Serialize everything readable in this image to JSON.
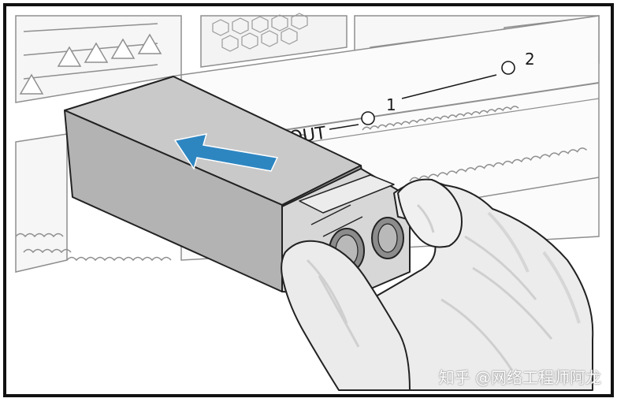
{
  "diagram": {
    "port_label": "OUT",
    "port_numbers": [
      "1",
      "2"
    ]
  },
  "watermark": {
    "text": "知乎 @网络工程师阿龙"
  },
  "colors": {
    "frame": "#111111",
    "module_top": "#c9c9c9",
    "module_front": "#b5b5b5",
    "module_side": "#a0a0a0",
    "arrow": "#2e86c1",
    "glove": "#ececec",
    "line_art": "#8f8f8f"
  }
}
